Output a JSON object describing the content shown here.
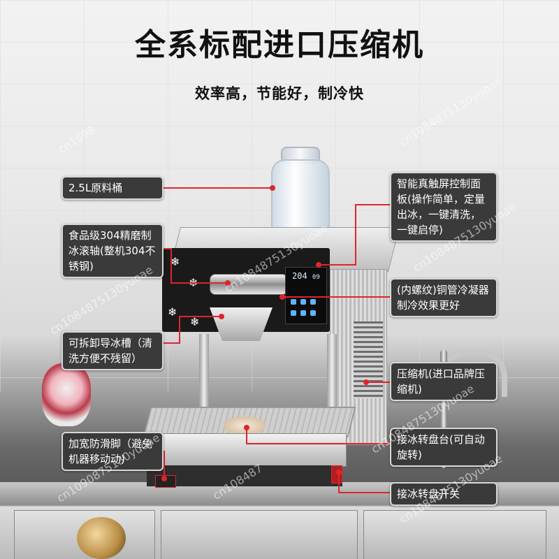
{
  "headline": {
    "title": "全系标配进口压缩机",
    "subtitle": "效率高，节能好，制冷快"
  },
  "panel_display": {
    "main_value": "204",
    "secondary_value": "09"
  },
  "callouts": {
    "tank": "2.5L原料桶",
    "roller": "食品级304精磨制冰滚轴(整机304不锈钢)",
    "chute": "可拆卸导冰槽（清洗方便不残留）",
    "feet": "加宽防滑脚（避免机器移动动)",
    "touchscreen": "智能真触屏控制面板(操作简单，定量出冰，一键清洗，一键启停)",
    "condenser": "(内螺纹)铜管冷凝器制冷效果更好",
    "compressor": "压缩机(进口品牌压缩机)",
    "turntable": "接冰转盘台(可自动旋转)",
    "switch": "接冰转盘开关"
  },
  "watermarks": {
    "w1": "cn1098",
    "w2": "cn1084875130yuoae",
    "w3": "cn1084875130yuoae",
    "w4": "cn1084875130yuoae",
    "w5": "cn1084875130yuoae",
    "w6": "cn1084875130yuoae",
    "w7": "cn1090875130yuoae",
    "w8": "cn108487",
    "w9": "cn1084875130yuoae"
  },
  "colors": {
    "accent_line": "#e0242b",
    "label_bg": "#3a3a3a"
  }
}
